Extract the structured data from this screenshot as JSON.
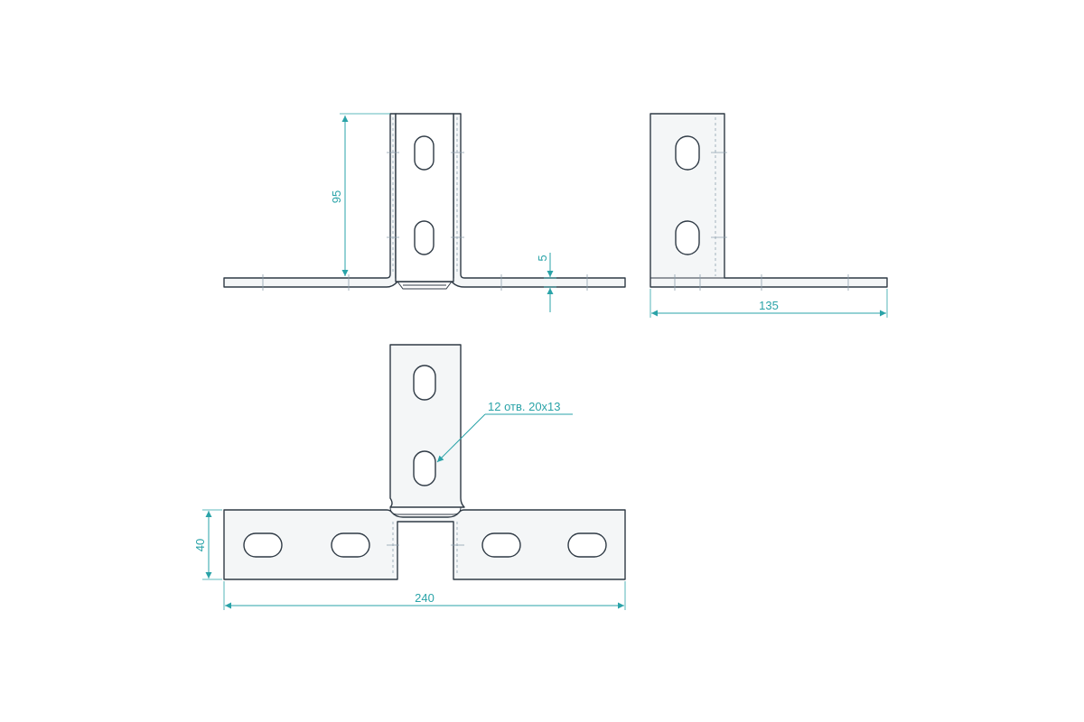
{
  "dimensions": {
    "height_95": "95",
    "thickness_5": "5",
    "depth_135": "135",
    "width_40": "40",
    "length_240": "240"
  },
  "callout": {
    "holes": "12 отв. 20x13"
  },
  "colors": {
    "dimension": "#2aa3a8",
    "outline": "#2f3a45",
    "fill": "#f4f6f7",
    "background": "#ffffff"
  }
}
